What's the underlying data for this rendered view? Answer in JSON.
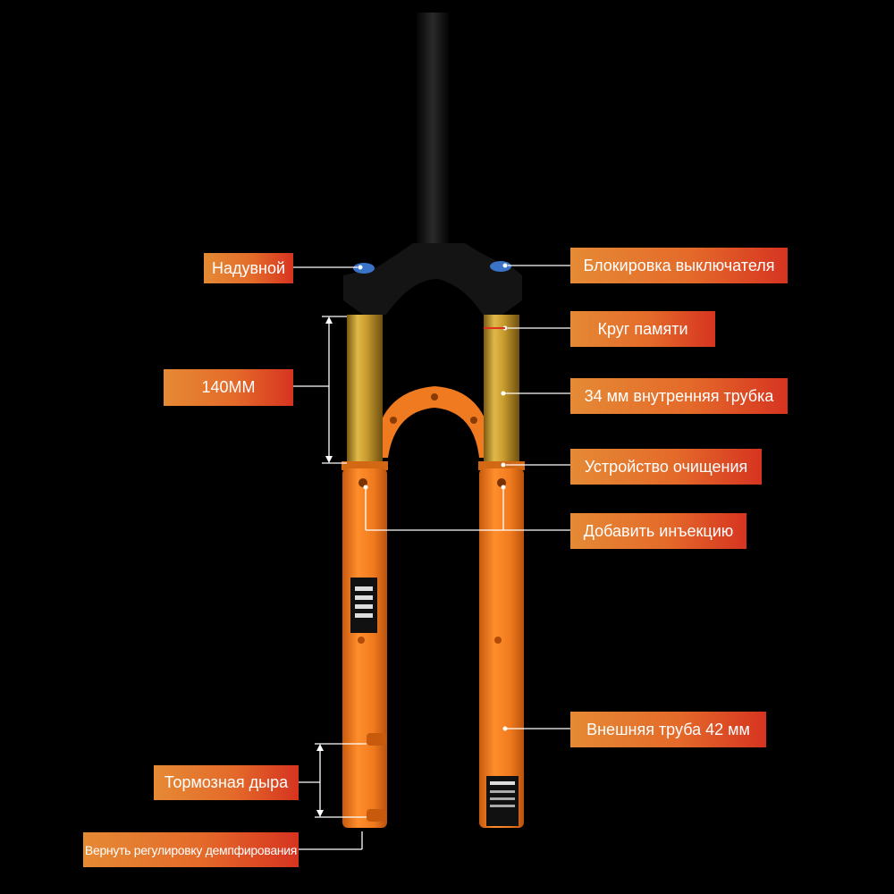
{
  "labels": {
    "inflatable": "Надувной",
    "lockout": "Блокировка выключателя",
    "memory_ring": "Круг памяти",
    "travel": "140MM",
    "inner_tube": "34 мм внутренняя трубка",
    "dust_seal": "Устройство очищения",
    "oil_port": "Добавить инъекцию",
    "outer_tube": "Внешняя труба 42 мм",
    "brake_mount": "Тормозная дыра",
    "rebound": "Вернуть регулировку демпфирования"
  },
  "colors": {
    "background": "#000000",
    "label_gradient": [
      "#e58a35",
      "#d63420"
    ],
    "lower_legs": "#ef7a1f",
    "stanchions": "#c9a23a",
    "crown_steerer": "#111111",
    "leader_lines": "#ffffff"
  }
}
